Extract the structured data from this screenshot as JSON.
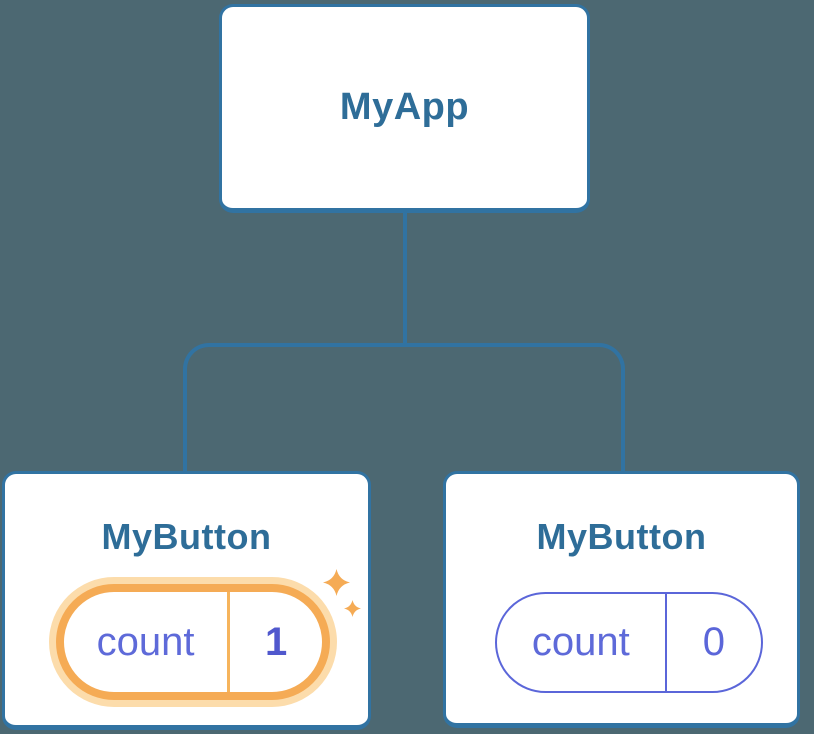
{
  "diagram": {
    "description": "Component tree diagram showing state update",
    "tree": {
      "root": {
        "label": "MyApp"
      },
      "children": [
        {
          "label": "MyButton",
          "state": {
            "key": "count",
            "value": "1"
          },
          "highlighted": true
        },
        {
          "label": "MyButton",
          "state": {
            "key": "count",
            "value": "0"
          },
          "highlighted": false
        }
      ]
    },
    "icons": {
      "sparkle_large": "sparkle-icon",
      "sparkle_small": "sparkle-icon"
    },
    "colors": {
      "background": "#4c6872",
      "card_fill": "#ffffff",
      "card_border": "#3173a2",
      "node_title": "#2e6d98",
      "connector": "#3173a2",
      "state_text": "#5e6ad9",
      "state_value_highlight": "#5058cd",
      "pill_border_normal": "#5b66d9",
      "pill_border_highlight": "#f5ab55",
      "pill_halo": "#fcdcab",
      "sparkle": "#f5ab55"
    }
  }
}
